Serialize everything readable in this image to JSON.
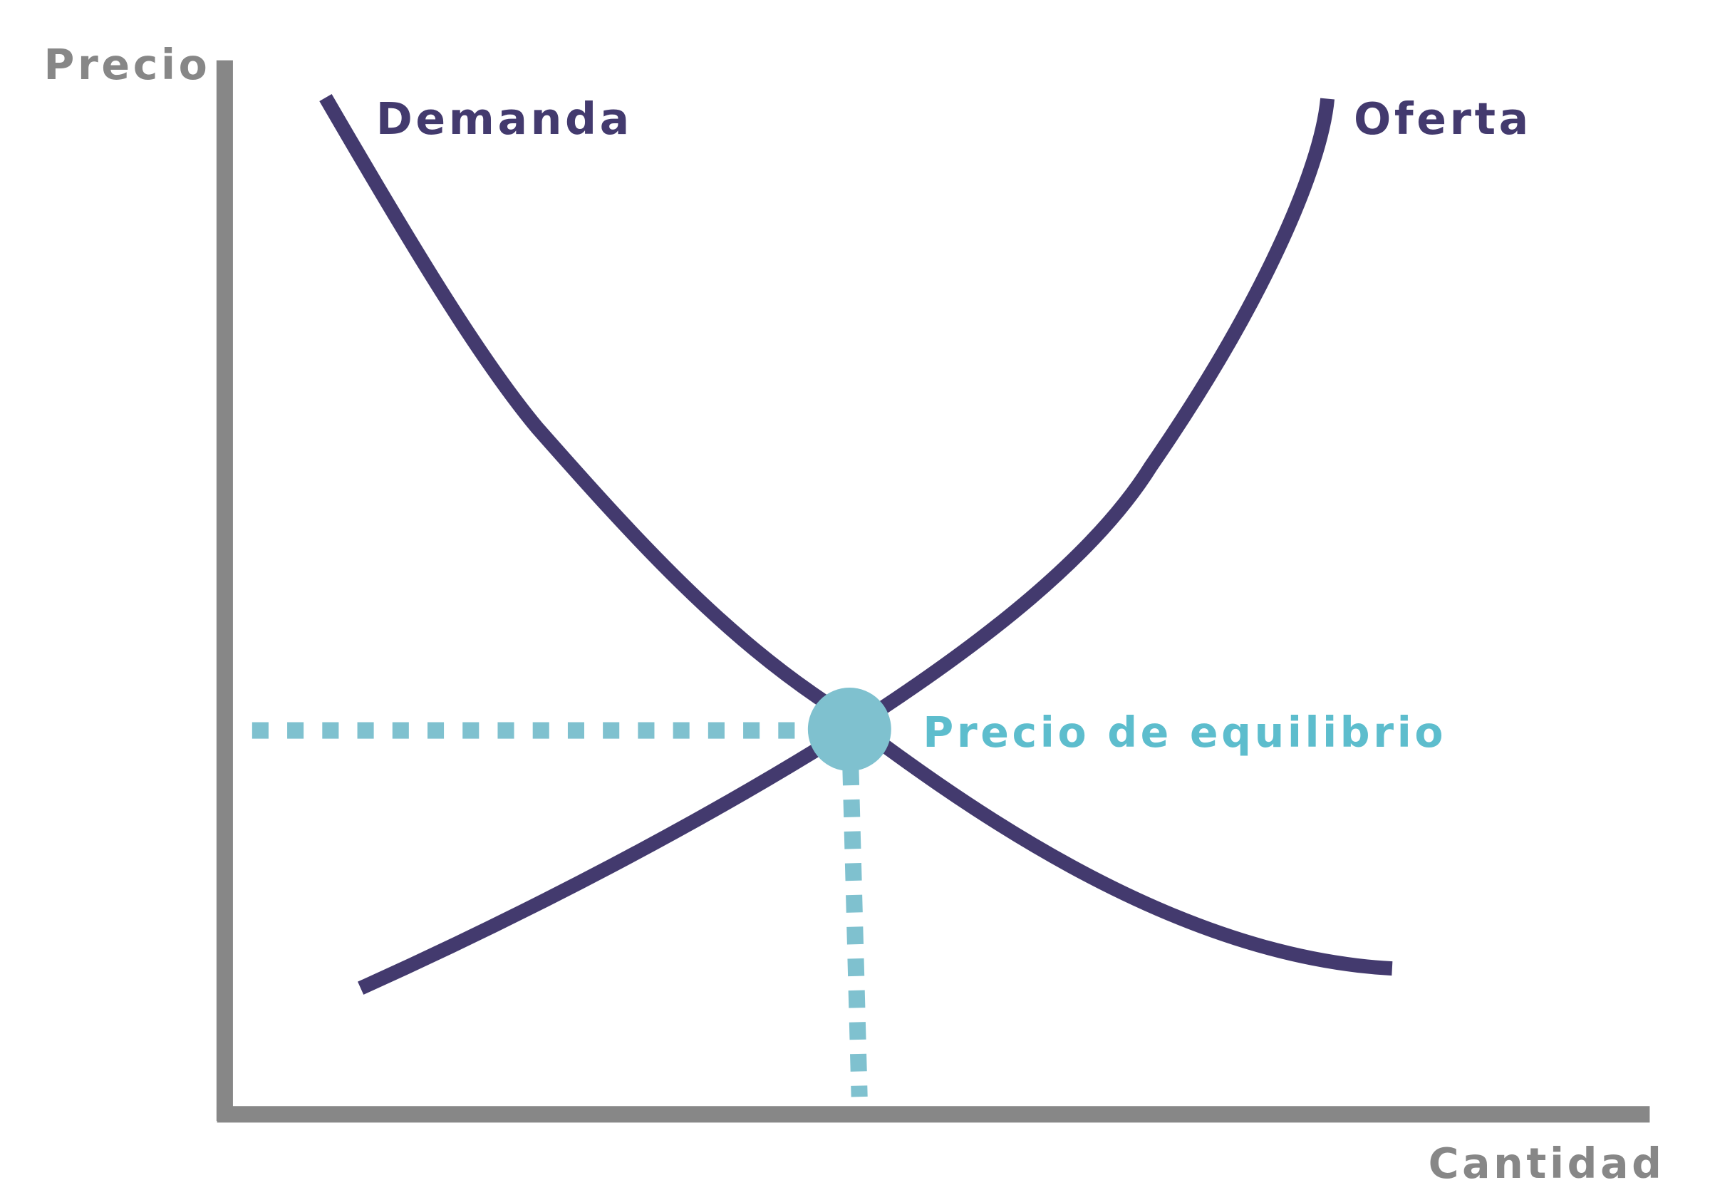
{
  "axes": {
    "y_label": "Precio",
    "x_label": "Cantidad"
  },
  "curves": {
    "demand_label": "Demanda",
    "supply_label": "Oferta"
  },
  "equilibrium": {
    "label": "Precio de equilibrio"
  },
  "colors": {
    "axis": "#878787",
    "curve": "#433a6e",
    "equilibrium_marker": "#7fc1cf",
    "equilibrium_text": "#5dbdcd"
  }
}
